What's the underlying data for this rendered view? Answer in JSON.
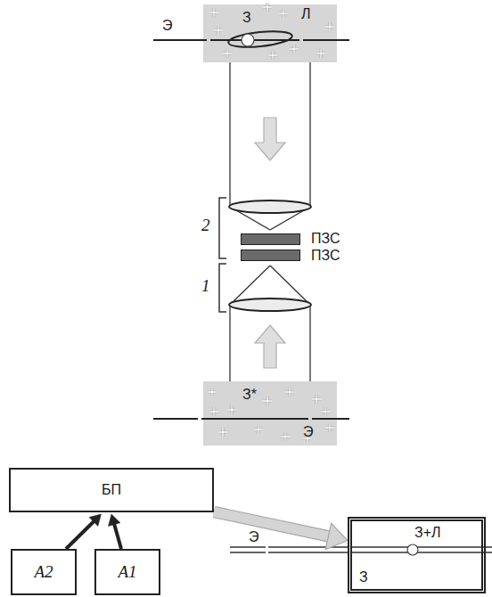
{
  "diagram": {
    "nodes": [
      {
        "text": [
          "З",
          "Л"
        ]
      },
      {
        "text": [
          "ПЗС"
        ]
      },
      {
        "text": [
          "ПЗС"
        ]
      },
      {
        "text": [
          "З*"
        ]
      },
      {
        "text": [
          "БП"
        ]
      },
      {
        "text": [
          "A2"
        ]
      },
      {
        "text": [
          "A1"
        ]
      },
      {
        "text": [
          "З+Л",
          "З"
        ]
      }
    ],
    "edges": [
      {
        "from": 5,
        "to": 4,
        "arrow": "to"
      },
      {
        "from": 6,
        "to": 4,
        "arrow": "to"
      },
      {
        "from": 4,
        "to": 7,
        "arrow": "to"
      }
    ],
    "labels": [
      "Э",
      "2",
      "1",
      "Э",
      "Э"
    ]
  }
}
